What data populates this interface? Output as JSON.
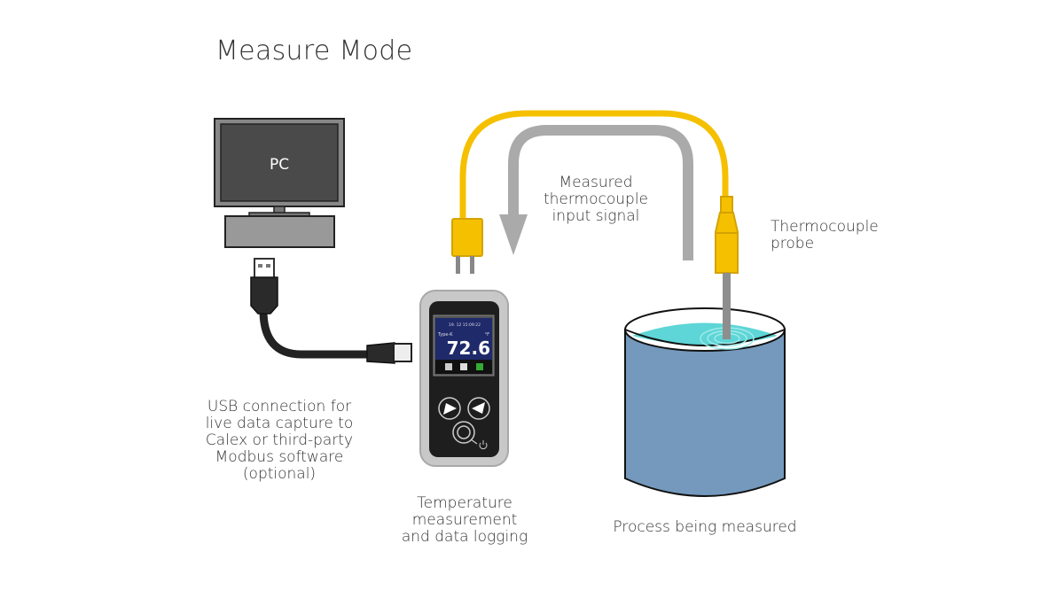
{
  "title": "Measure Mode",
  "pc": {
    "label": "PC"
  },
  "device": {
    "screen": {
      "status_time": "19. 12  15:09:22",
      "type_label": "Type-K",
      "unit": "°F",
      "reading": "72.6"
    },
    "buttons": [
      "left-arrow-button",
      "right-arrow-button",
      "power-select-button"
    ]
  },
  "labels": {
    "usb": "USB connection for\nlive data capture to\nCalex or third-party\nModbus software\n(optional)",
    "device": "Temperature\nmeasurement\nand data logging",
    "signal": "Measured\nthermocouple\ninput signal",
    "probe": "Thermocouple\nprobe",
    "process": "Process being measured"
  },
  "colors": {
    "cable_yellow": "#F5C000",
    "signal_gray": "#AAAAAA",
    "water_top": "#5ED5D6",
    "tank_blue": "#7499BD",
    "monitor": "#4A4A4A",
    "usb_cable": "#2A2A2A"
  }
}
